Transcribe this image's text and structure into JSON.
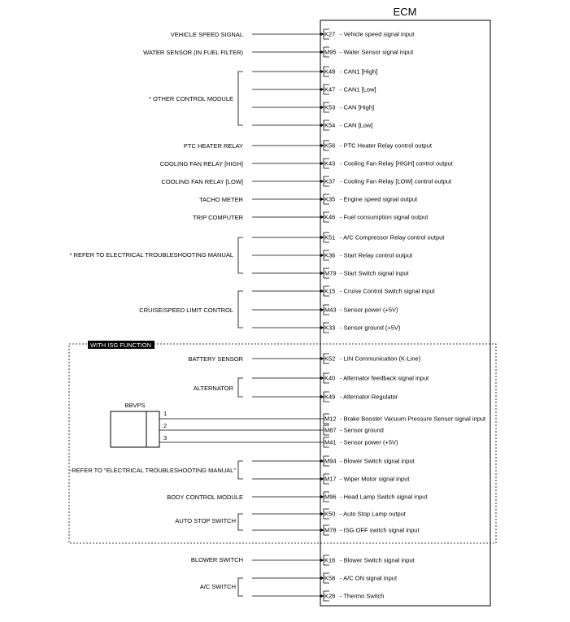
{
  "ecm_title": "ECM",
  "isg_label": "WITH ISG FUNCTION",
  "bbvps": {
    "title": "BBVPS",
    "pins": [
      "1",
      "2",
      "3"
    ]
  },
  "signals": [
    {
      "pin": "K27",
      "desc": "Vehicle speed signal input"
    },
    {
      "pin": "M95",
      "desc": "Water Sensor signal input"
    },
    {
      "pin": "K48",
      "desc": "CAN1 [High]"
    },
    {
      "pin": "K47",
      "desc": "CAN1 [Low]"
    },
    {
      "pin": "K53",
      "desc": "CAN [High]"
    },
    {
      "pin": "K54",
      "desc": "CAN [Low]"
    },
    {
      "pin": "K56",
      "desc": "PTC Heater Relay control output"
    },
    {
      "pin": "K43",
      "desc": "Cooling Fan Relay [HIGH] control output"
    },
    {
      "pin": "K37",
      "desc": "Cooling Fan Relay [LOW] control output"
    },
    {
      "pin": "K35",
      "desc": "Engine speed signal output"
    },
    {
      "pin": "K46",
      "desc": "Fuel consumption signal output"
    },
    {
      "pin": "K51",
      "desc": "A/C Compressor Relay control output"
    },
    {
      "pin": "K36",
      "desc": "Start Relay control output"
    },
    {
      "pin": "M79",
      "desc": "Start Switch signal input"
    },
    {
      "pin": "K15",
      "desc": "Cruise Control Switch signal input"
    },
    {
      "pin": "M43",
      "desc": "Sensor power (+5V)"
    },
    {
      "pin": "K33",
      "desc": "Sensor ground (+5V)"
    },
    {
      "pin": "K52",
      "desc": "LIN Communication (K-Line)"
    },
    {
      "pin": "K40",
      "desc": "Alternator feedback signal input"
    },
    {
      "pin": "K49",
      "desc": "Alternator Regulator"
    },
    {
      "pin": "M12",
      "desc": "Brake Booster Vacuum Pressure Sensor signal input"
    },
    {
      "pin": "M87",
      "desc": "Sensor ground"
    },
    {
      "pin": "M41",
      "desc": "Sensor power (+5V)"
    },
    {
      "pin": "M94",
      "desc": "Blower Switch signal input"
    },
    {
      "pin": "M17",
      "desc": "Wiper Motor signal input"
    },
    {
      "pin": "M96",
      "desc": "Head Lamp Switch signal input"
    },
    {
      "pin": "K50",
      "desc": "Auto Stop Lamp output"
    },
    {
      "pin": "M78",
      "desc": "ISG OFF switch signal input"
    },
    {
      "pin": "K16",
      "desc": "Blower Switch signal input"
    },
    {
      "pin": "K58",
      "desc": "A/C ON signal input"
    },
    {
      "pin": "K28",
      "desc": "Thermo Switch"
    }
  ],
  "targets": [
    "VEHICLE SPEED SIGNAL",
    "WATER SENSOR (IN FUEL FILTER)",
    "* OTHER CONTROL MODULE",
    "PTC HEATER RELAY",
    "COOLING FAN RELAY [HIGH]",
    "COOLING FAN RELAY [LOW]",
    "TACHO METER",
    "TRIP COMPUTER",
    "* REFER TO ELECTRICAL TROUBLESHOOTING MANUAL",
    "CRUISE/SPEED LIMIT CONTROL",
    "BATTERY SENSOR",
    "ALTERNATOR",
    "-REFER TO \"ELECTRICAL TROUBLESHOOTING MANUAL\"",
    "BODY CONTROL MODULE",
    "AUTO STOP SWITCH",
    "BLOWER SWITCH",
    "A/C SWITCH"
  ]
}
